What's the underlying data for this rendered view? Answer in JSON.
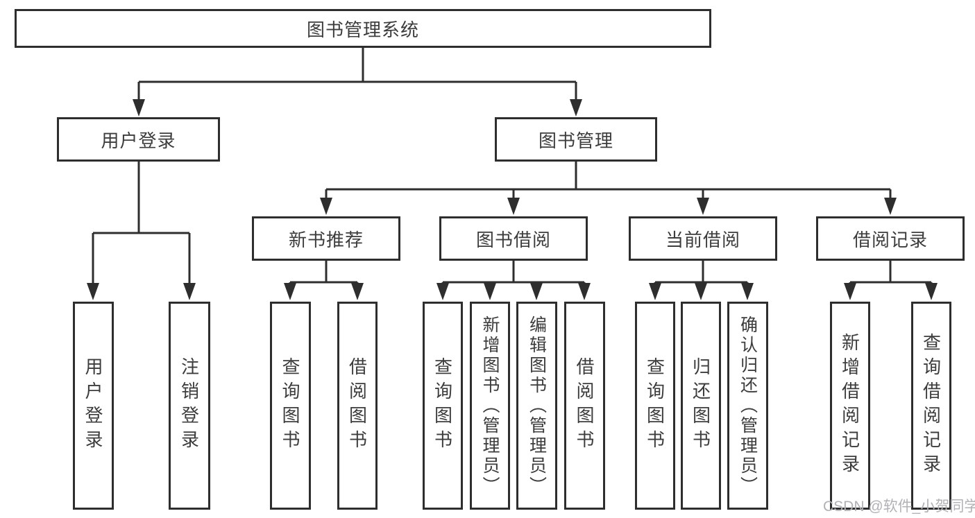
{
  "diagram": {
    "root": {
      "label": "图书管理系统"
    },
    "level2": [
      {
        "label": "用户登录"
      },
      {
        "label": "图书管理"
      }
    ],
    "level3": [
      {
        "label": "新书推荐"
      },
      {
        "label": "图书借阅"
      },
      {
        "label": "当前借阅"
      },
      {
        "label": "借阅记录"
      }
    ],
    "leaves": {
      "login": [
        "用户登录",
        "注销登录"
      ],
      "new_books": [
        "查询图书",
        "借阅图书"
      ],
      "borrowing": [
        "查询图书",
        "新增图书（管理员）",
        "编辑图书（管理员）",
        "借阅图书"
      ],
      "current": [
        "查询图书",
        "归还图书",
        "确认归还（管理员）"
      ],
      "records": [
        "新增借阅记录",
        "查询借阅记录"
      ]
    }
  },
  "watermark": {
    "text": "CSDN @软件_小贺同学"
  },
  "colors": {
    "line": "#2e2e2e",
    "text": "#3c3c3c",
    "watermark": "#b1b1b6",
    "background": "#ffffff"
  }
}
